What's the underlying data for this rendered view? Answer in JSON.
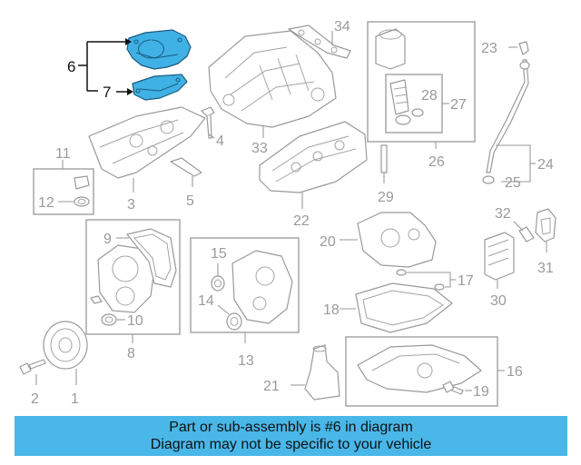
{
  "callouts": {
    "c1": "1",
    "c2": "2",
    "c3": "3",
    "c4": "4",
    "c5": "5",
    "c6": "6",
    "c7": "7",
    "c8": "8",
    "c9": "9",
    "c10": "10",
    "c11": "11",
    "c12": "12",
    "c13": "13",
    "c14": "14",
    "c15": "15",
    "c16": "16",
    "c17": "17",
    "c18": "18",
    "c19": "19",
    "c20": "20",
    "c21": "21",
    "c22": "22",
    "c23": "23",
    "c24": "24",
    "c25": "25",
    "c26": "26",
    "c27": "27",
    "c28": "28",
    "c29": "29",
    "c30": "30",
    "c31": "31",
    "c32": "32",
    "c33": "33",
    "c34": "34"
  },
  "highlight": {
    "fill": "#3fb1e5",
    "outline": "#1c5b80"
  },
  "banner": {
    "line1": "Part or sub-assembly is #6 in diagram",
    "line2": "Diagram may not be specific to your vehicle",
    "color": "#49b7e8"
  }
}
